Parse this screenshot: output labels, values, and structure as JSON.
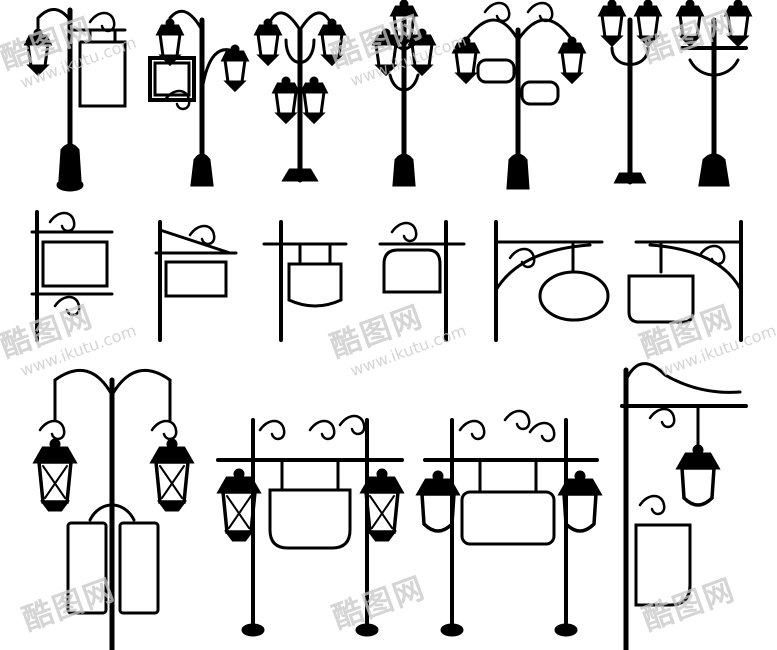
{
  "image": {
    "subject": "lamp-post-and-hanging-sign-silhouettes",
    "palette": {
      "ink": "#000000",
      "background": "#ffffff",
      "watermark": "#c8c8c8"
    }
  },
  "watermark": {
    "logo_text": "酷图网",
    "url_text": "www.ikutu.com"
  }
}
